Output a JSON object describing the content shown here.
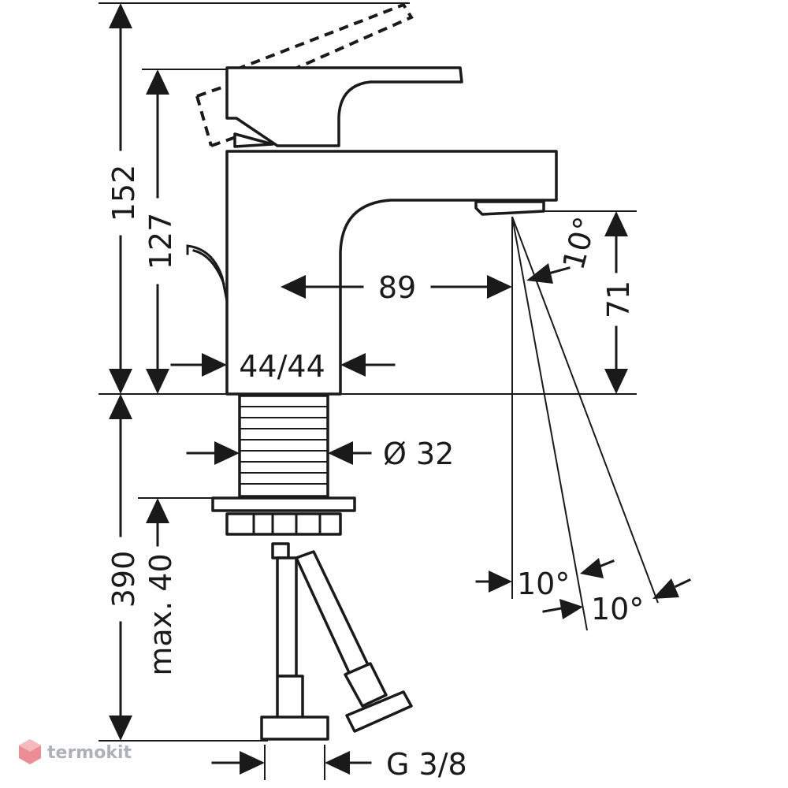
{
  "dimensions": {
    "total_height": "152",
    "spout_height": "127",
    "spout_reach": "89",
    "jet_height": "71",
    "base_size": "44/44",
    "shank_diameter": "Ø 32",
    "hose_length": "390",
    "deck_thickness": "max. 40",
    "connection_thread": "G 3/8",
    "angle_top": "10°",
    "angle_left": "10°",
    "angle_right": "10°"
  },
  "watermark": {
    "brand": "termokit"
  },
  "colors": {
    "line": "#1a1a1a",
    "watermark": "#9aa0a6",
    "logo_accent": "#e8707a"
  }
}
